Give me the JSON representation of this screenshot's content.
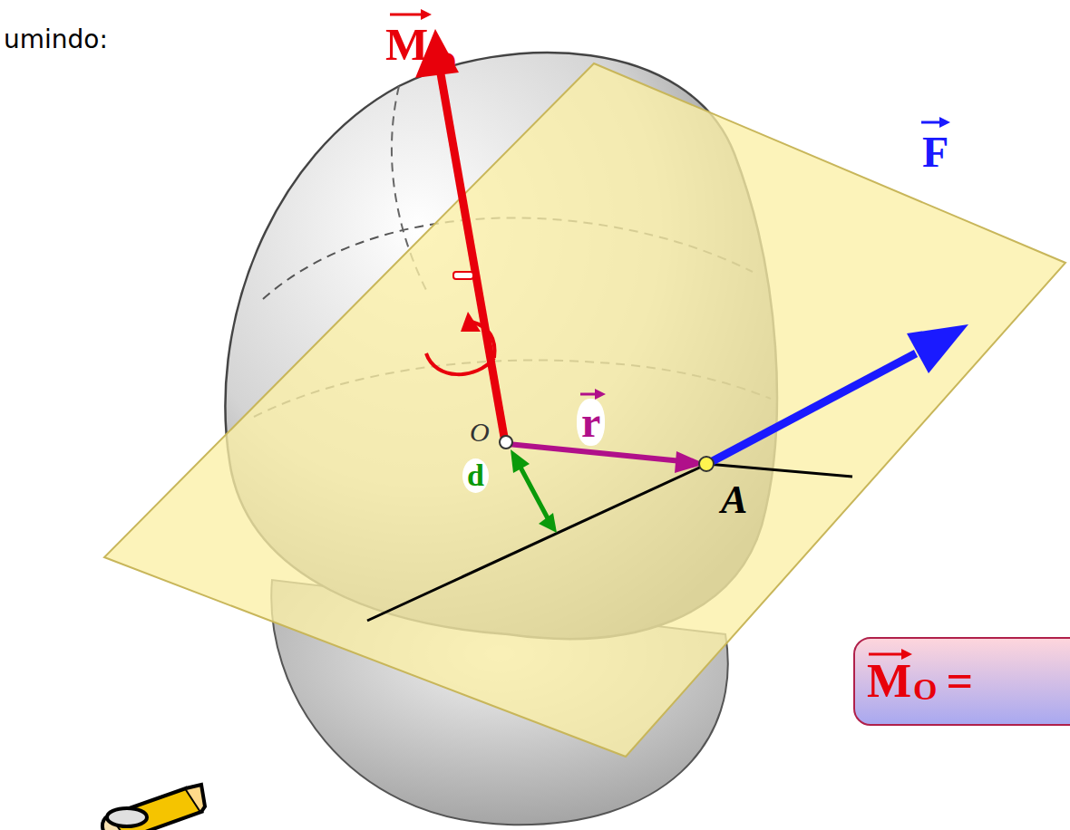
{
  "diagram": {
    "nodes": [
      {
        "text": [
          "M",
          "O",
          "="
        ]
      }
    ],
    "labels": [
      "umindo:",
      "M",
      "O",
      "F",
      "r",
      "d",
      "A",
      "O"
    ]
  }
}
